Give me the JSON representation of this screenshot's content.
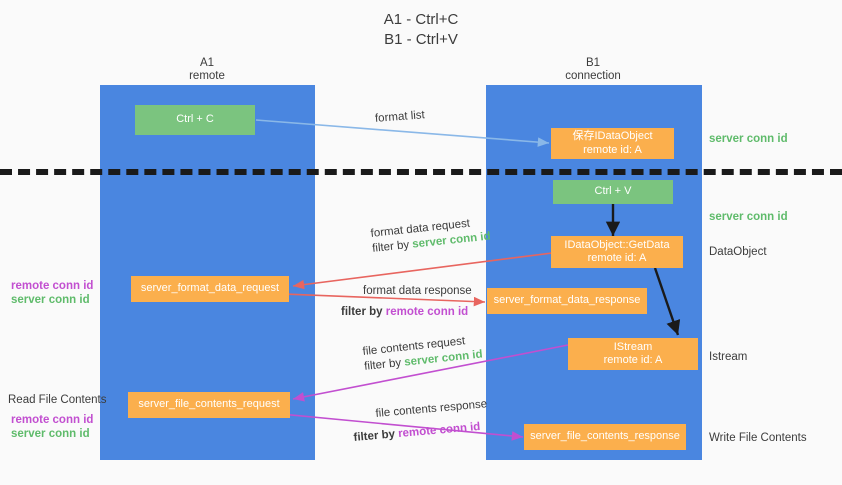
{
  "title": {
    "line1": "A1 - Ctrl+C",
    "line2": "B1 - Ctrl+V"
  },
  "columns": {
    "a1": {
      "name": "A1",
      "subtitle": "remote",
      "header": "A1\nremote"
    },
    "b1": {
      "name": "B1",
      "subtitle": "connection",
      "header": "B1\nconnection"
    }
  },
  "boxes": {
    "ctrl_c": {
      "label": "Ctrl + C",
      "color": "#7bc47f"
    },
    "ctrl_v": {
      "label": "Ctrl + V",
      "color": "#7bc47f"
    },
    "save_idataobject": {
      "label": "保存IDataObject\nremote id: A",
      "color": "#fbaf4d"
    },
    "getdata": {
      "label": "IDataObject::GetData\nremote id: A",
      "color": "#fbaf4d"
    },
    "istream": {
      "label": "IStream\nremote id: A",
      "color": "#fbaf4d"
    },
    "format_data_request": {
      "label": "server_format_data_request",
      "color": "#fbaf4d"
    },
    "format_data_response": {
      "label": "server_format_data_response",
      "color": "#fbaf4d"
    },
    "file_contents_request": {
      "label": "server_file_contents_request",
      "color": "#fbaf4d"
    },
    "file_contents_response": {
      "label": "server_file_contents_response",
      "color": "#fbaf4d"
    }
  },
  "edges": {
    "format_list": {
      "label": "format list",
      "color": "#8ab8e8"
    },
    "format_data_request": {
      "line1": "format data request",
      "line2_prefix": "filter by ",
      "line2_em": "server conn id",
      "color": "#e8655f"
    },
    "format_data_response": {
      "line1": "format data response",
      "line2_prefix": "filter by ",
      "line2_em": "remote conn id",
      "color": "#e8655f"
    },
    "file_contents_request": {
      "line1": "file contents request",
      "line2_prefix": "filter by ",
      "line2_em": "server conn id",
      "color": "#c24fd0"
    },
    "file_contents_response": {
      "line1": "file contents response",
      "line2_prefix": "filter by ",
      "line2_em": "remote conn id",
      "color": "#c24fd0"
    }
  },
  "annotations": {
    "right_server_conn_1": "server conn id",
    "right_server_conn_2": "server conn id",
    "right_dataobject": "DataObject",
    "right_istream": "Istream",
    "right_write_file_contents": "Write File Contents",
    "left_remote_conn_1": "remote conn id",
    "left_server_conn_1": "server conn id",
    "left_read_file_contents": "Read File Contents",
    "left_remote_conn_2": "remote conn id",
    "left_server_conn_2": "server conn id"
  },
  "colors": {
    "lane": "#4a86e0",
    "orange": "#fbaf4d",
    "green": "#7bc47f",
    "green_text": "#5fbb6b",
    "purple_text": "#c24fd0",
    "red_arrow": "#e8655f",
    "blue_arrow": "#8ab8e8",
    "black_arrow": "#1a1a1a",
    "background": "#fafafa"
  }
}
